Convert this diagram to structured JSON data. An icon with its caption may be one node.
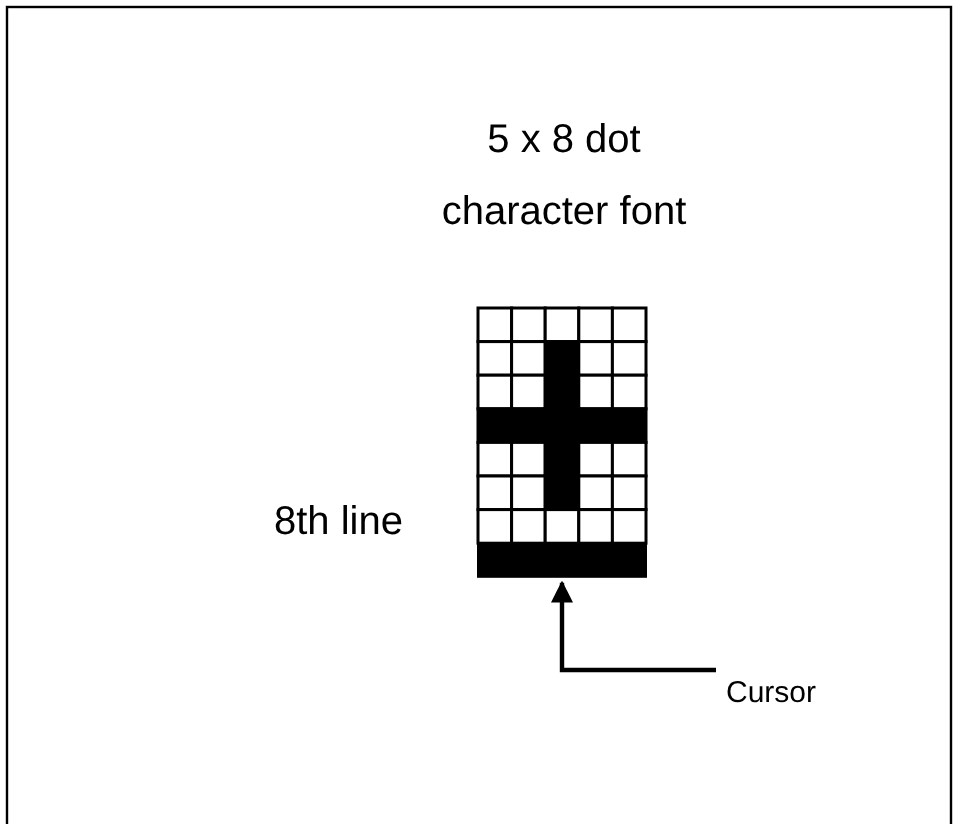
{
  "diagram": {
    "title": "5 x 8 dot character font",
    "nodes": [
      {
        "text": [
          "Cursor"
        ]
      },
      {
        "text": [],
        "shape": "bar"
      }
    ],
    "edges": [
      {
        "from": 0,
        "to": 1,
        "arrow": "to"
      }
    ],
    "labels": [
      "8th line"
    ]
  }
}
